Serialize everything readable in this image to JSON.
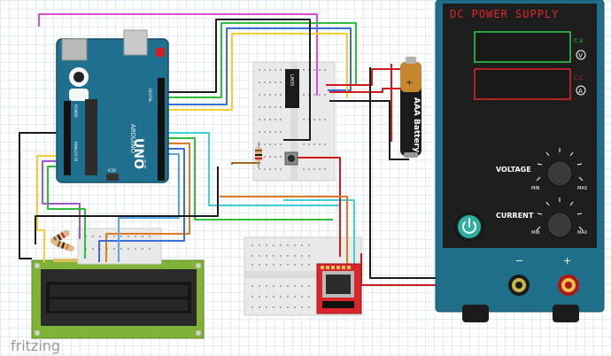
{
  "branding": {
    "watermark": "fritzing"
  },
  "power_supply": {
    "title": "DC POWER SUPPLY",
    "cv_label": "C.V.",
    "cc_label": "C.C.",
    "volt_unit": "V",
    "amp_unit": "A",
    "voltage_label": "VOLTAGE",
    "current_label": "CURRENT",
    "min_label": "MIN",
    "max_label": "MAX",
    "minus_label": "−",
    "plus_label": "+",
    "colors": {
      "body": "#1f6f8a",
      "panel": "#1e1e1e",
      "cv_display": "#2fd14a",
      "cc_display": "#e0262b",
      "title": "#e0262b"
    }
  },
  "battery": {
    "label": "AAA Battery",
    "sign": "+"
  },
  "arduino": {
    "board_name": "UNO",
    "brand": "ARDUINO",
    "icsp_label": "ICSP",
    "tx_label": "TX",
    "rx_label": "RX",
    "digital_label": "DIGITAL",
    "power_label": "POWER",
    "analog_label": "ANALOG IN"
  },
  "ic": {
    "part_label": "LM35"
  },
  "icons": {
    "power_button": "power-icon",
    "knob": "knob-icon",
    "usb": "usb-port-icon"
  }
}
